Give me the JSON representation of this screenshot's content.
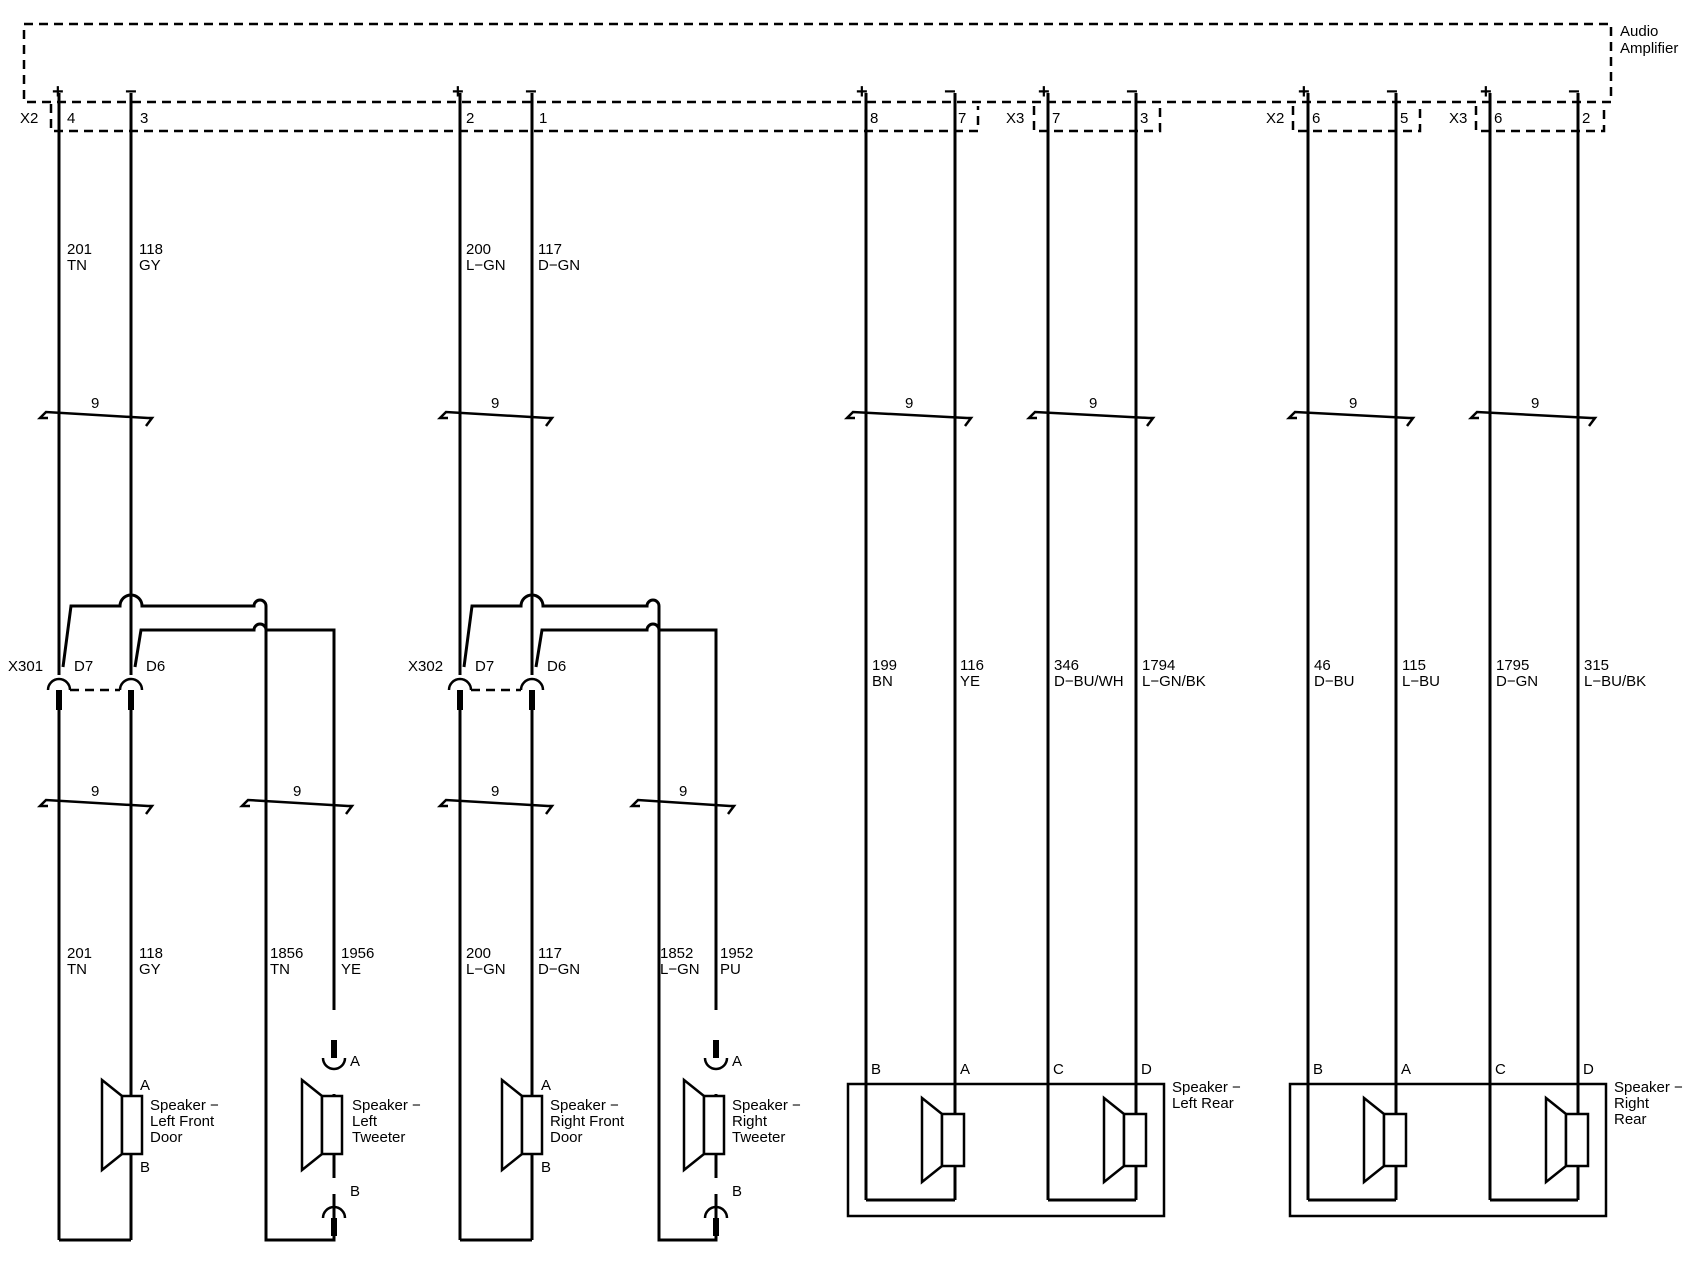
{
  "amplifier": {
    "name_line1": "Audio",
    "name_line2": "Amplifier"
  },
  "connectors": {
    "x2_a": "X2",
    "x3_a": "X3",
    "x2_b": "X2",
    "x3_b": "X3",
    "x301": "X301",
    "x302": "X302",
    "d7": "D7",
    "d6": "D6"
  },
  "polarity": {
    "plus": "+",
    "minus": "−"
  },
  "pins": {
    "p1": "4",
    "p2": "3",
    "p3": "2",
    "p4": "1",
    "p5": "8",
    "p6": "7",
    "p7": "7",
    "p8": "3",
    "p9": "6",
    "p10": "5",
    "p11": "6",
    "p12": "2"
  },
  "splice_symbol": "9",
  "wires_top": [
    {
      "circuit": "201",
      "color": "TN"
    },
    {
      "circuit": "118",
      "color": "GY"
    },
    {
      "circuit": "200",
      "color": "L−GN"
    },
    {
      "circuit": "117",
      "color": "D−GN"
    }
  ],
  "wires_mid": [
    {
      "circuit": "199",
      "color": "BN"
    },
    {
      "circuit": "116",
      "color": "YE"
    },
    {
      "circuit": "346",
      "color": "D−BU/WH"
    },
    {
      "circuit": "1794",
      "color": "L−GN/BK"
    },
    {
      "circuit": "46",
      "color": "D−BU"
    },
    {
      "circuit": "115",
      "color": "L−BU"
    },
    {
      "circuit": "1795",
      "color": "D−GN"
    },
    {
      "circuit": "315",
      "color": "L−BU/BK"
    }
  ],
  "wires_bottom": [
    {
      "circuit": "201",
      "color": "TN"
    },
    {
      "circuit": "118",
      "color": "GY"
    },
    {
      "circuit": "1856",
      "color": "TN"
    },
    {
      "circuit": "1956",
      "color": "YE"
    },
    {
      "circuit": "200",
      "color": "L−GN"
    },
    {
      "circuit": "117",
      "color": "D−GN"
    },
    {
      "circuit": "1852",
      "color": "L−GN"
    },
    {
      "circuit": "1952",
      "color": "PU"
    }
  ],
  "terminals": {
    "a": "A",
    "b": "B",
    "c": "C",
    "d": "D"
  },
  "speakers": {
    "left_front_door": [
      "Speaker −",
      "Left Front",
      "Door"
    ],
    "left_tweeter": [
      "Speaker −",
      "Left",
      "Tweeter"
    ],
    "right_front_door": [
      "Speaker −",
      "Right Front",
      "Door"
    ],
    "right_tweeter": [
      "Speaker −",
      "Right",
      "Tweeter"
    ],
    "left_rear": [
      "Speaker −",
      "Left Rear"
    ],
    "right_rear": [
      "Speaker −",
      "Right",
      "Rear"
    ]
  }
}
